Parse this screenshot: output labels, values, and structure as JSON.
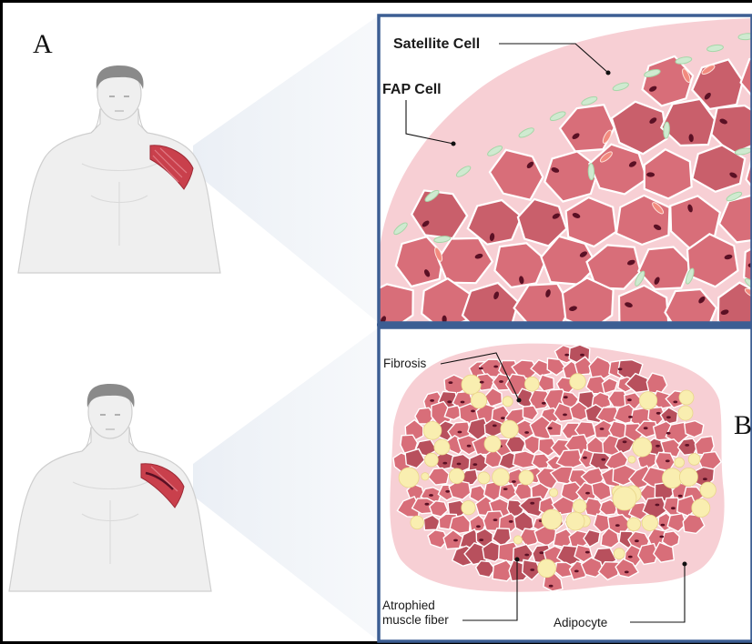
{
  "panel_a": {
    "letter": "A",
    "labels": {
      "satellite_cell": "Satellite Cell",
      "fap_cell": "FAP Cell"
    }
  },
  "panel_b": {
    "letter": "B",
    "labels": {
      "fibrosis": "Fibrosis",
      "atrophied_fiber_line1": "Atrophied",
      "atrophied_fiber_line2": "muscle fiber",
      "adipocyte": "Adipocyte"
    }
  },
  "colors": {
    "frame": "#000000",
    "inset_border": "#3c5e93",
    "muscle_fiber": "#d86e79",
    "muscle_fiber_edge": "#ffffff",
    "connective_tissue": "#f7cfd4",
    "nucleus": "#5a1024",
    "satellite_cell": "#f28a7e",
    "fap_cell": "#cfead0",
    "adipocyte": "#f9eeb0",
    "skin": "#efefef",
    "hair": "#8a8a8a",
    "deltoid": "#c9404c"
  },
  "icons": [
    "human-torso-icon",
    "shoulder-muscle-icon"
  ]
}
